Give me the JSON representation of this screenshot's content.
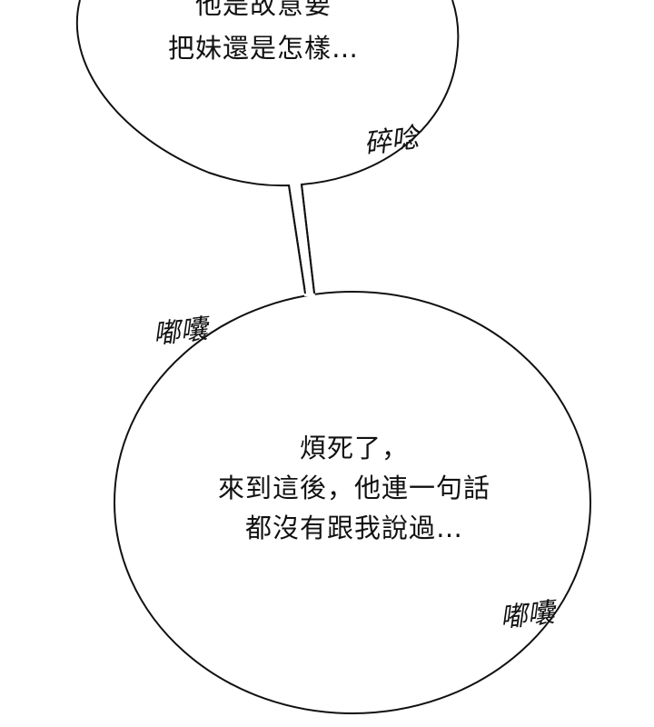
{
  "bubble_top": {
    "lines": [
      "他是故意要",
      "把妹還是怎樣…"
    ]
  },
  "bubble_bottom": {
    "lines": [
      "煩死了，",
      "來到這後，他連一句話",
      "都沒有跟我說過…"
    ]
  },
  "sfx": {
    "top_right": "碎唸",
    "mid_left": "嘟囔",
    "bottom_right": "嘟囔"
  },
  "colors": {
    "background": "#ffffff",
    "ink": "#111111"
  }
}
